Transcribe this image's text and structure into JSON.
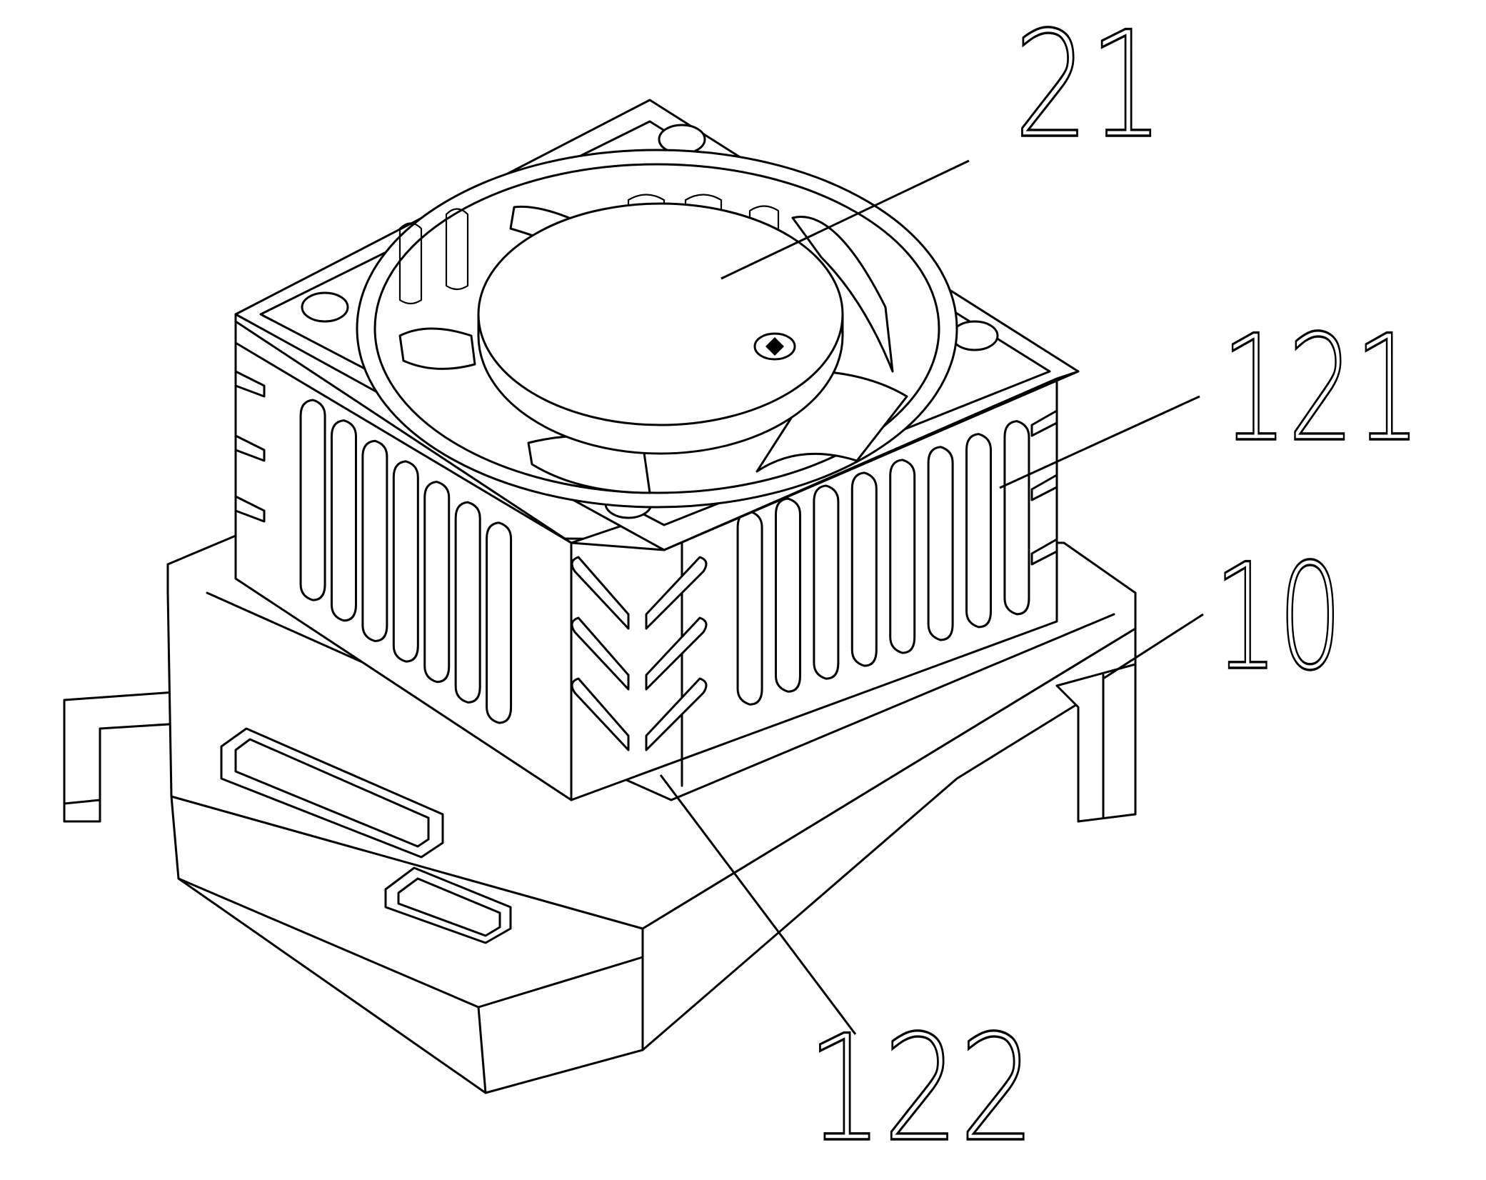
{
  "figure": {
    "reference_labels": [
      {
        "id": "label-21",
        "text": "21"
      },
      {
        "id": "label-121",
        "text": "121"
      },
      {
        "id": "label-10",
        "text": "10"
      },
      {
        "id": "label-122",
        "text": "122"
      }
    ]
  }
}
